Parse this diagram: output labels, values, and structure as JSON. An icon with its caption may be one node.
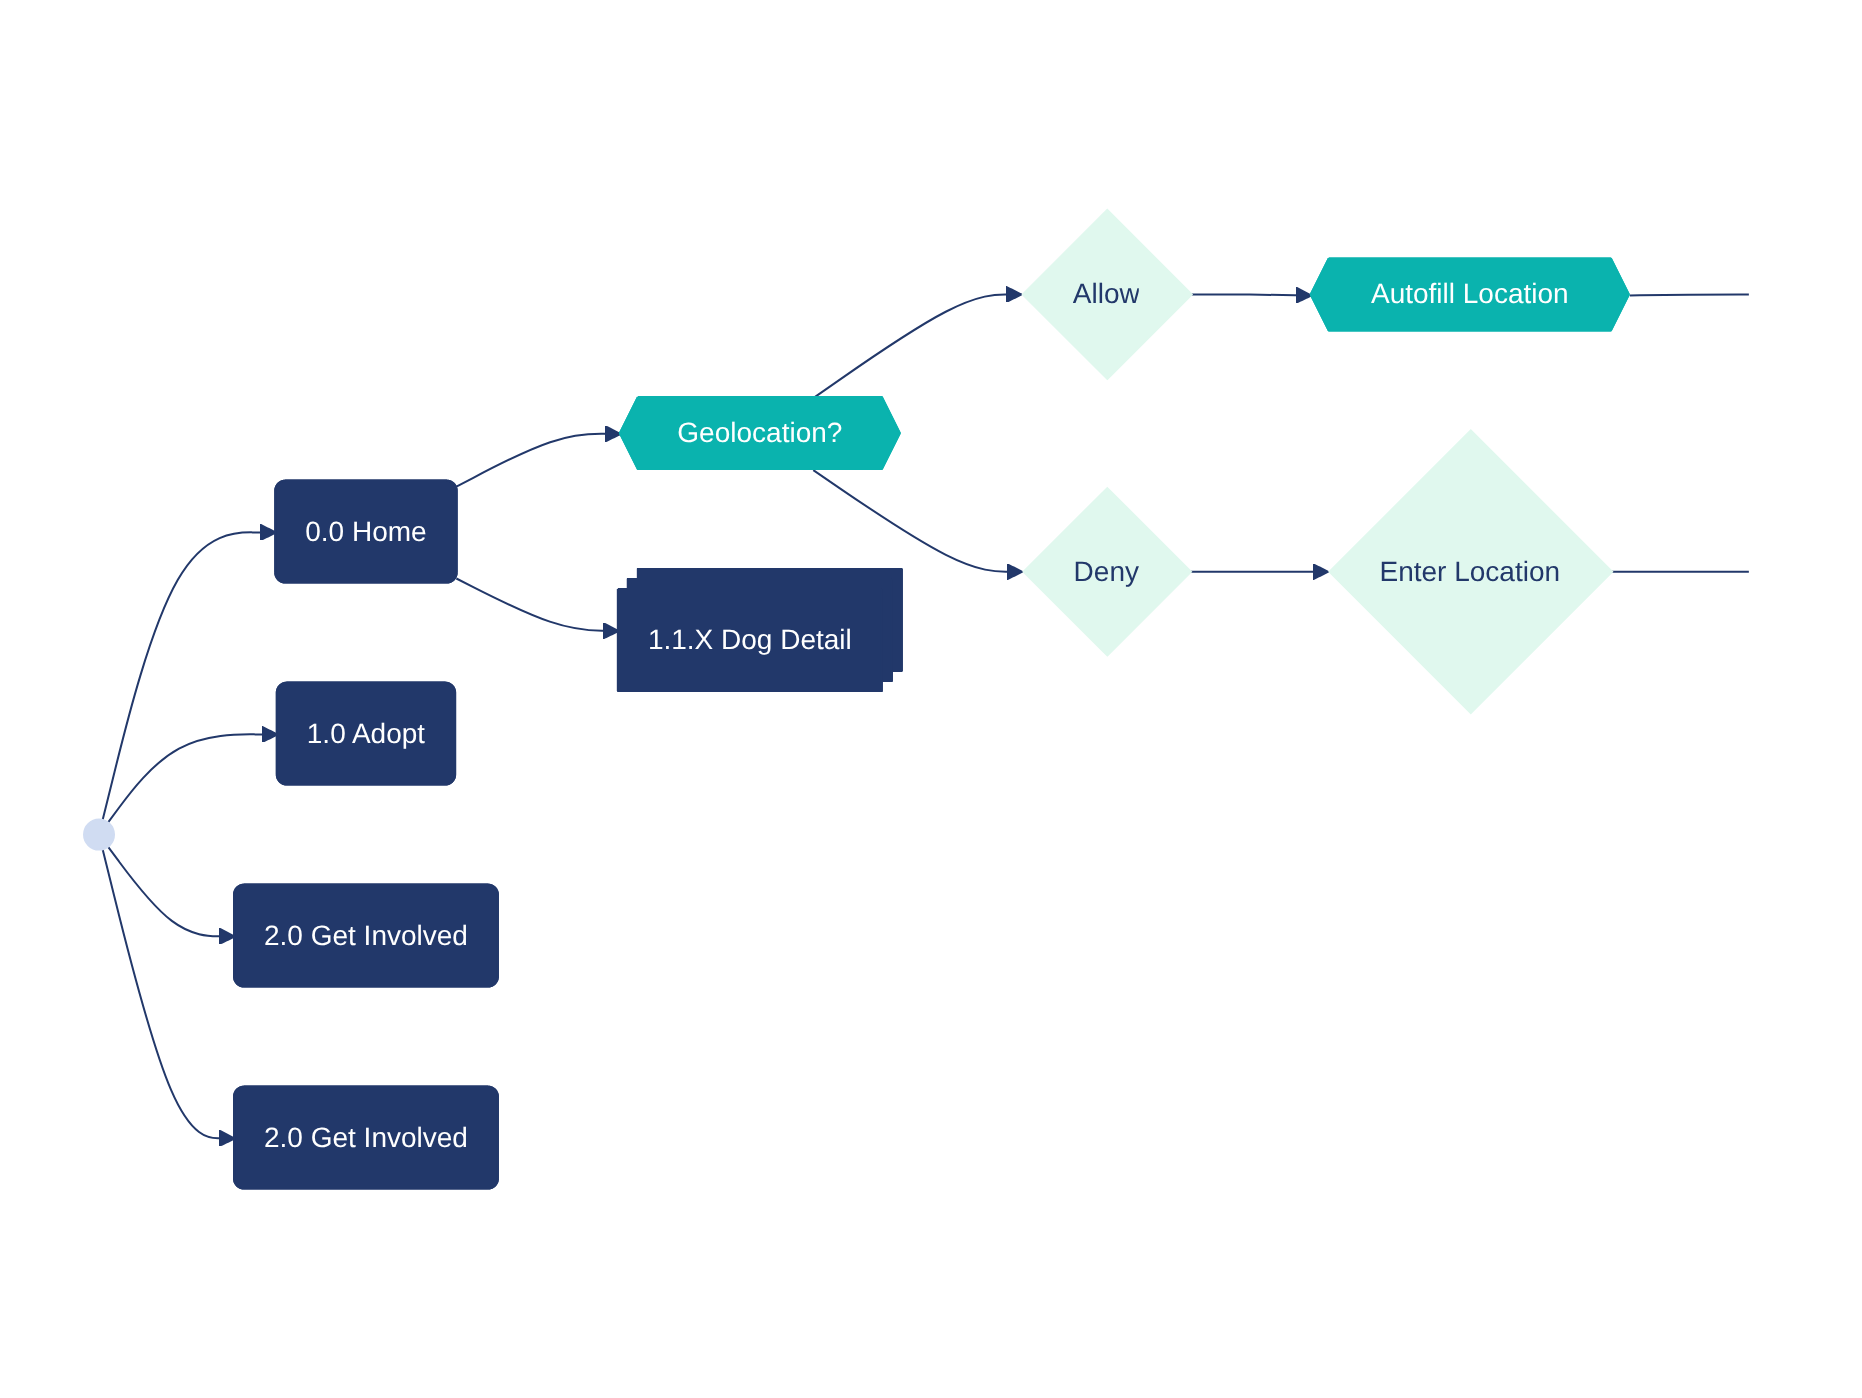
{
  "diagram": {
    "nodes": [
      {
        "text": [],
        "shape": "circle"
      },
      {
        "text": [
          "0.0 Home"
        ]
      },
      {
        "text": [
          "1.0 Adopt"
        ]
      },
      {
        "text": [
          "2.0 Get Involved"
        ]
      },
      {
        "text": [
          "2.0 Get Involved"
        ]
      },
      {
        "text": [
          "Geolocation?"
        ]
      },
      {
        "text": [
          "1.1.X Dog Detail"
        ]
      },
      {
        "text": [
          "Allow"
        ]
      },
      {
        "text": [
          "Deny"
        ]
      },
      {
        "text": [
          "Autofill Location"
        ]
      },
      {
        "text": [
          "Enter Location"
        ]
      }
    ],
    "edges": [
      {
        "from": 0,
        "to": 1,
        "arrow": "to"
      },
      {
        "from": 0,
        "to": 2,
        "arrow": "to"
      },
      {
        "from": 0,
        "to": 3,
        "arrow": "to"
      },
      {
        "from": 0,
        "to": 4,
        "arrow": "to"
      },
      {
        "from": 1,
        "to": 5,
        "arrow": "to"
      },
      {
        "from": 1,
        "to": 6,
        "arrow": "to"
      },
      {
        "from": 5,
        "to": 7,
        "arrow": "to"
      },
      {
        "from": 5,
        "to": 8,
        "arrow": "to"
      },
      {
        "from": 7,
        "to": 9,
        "arrow": "to"
      },
      {
        "from": 8,
        "to": 10,
        "arrow": "to"
      },
      {
        "from": 9,
        "to": null,
        "arrow": "none"
      },
      {
        "from": 10,
        "to": null,
        "arrow": "none"
      }
    ]
  }
}
